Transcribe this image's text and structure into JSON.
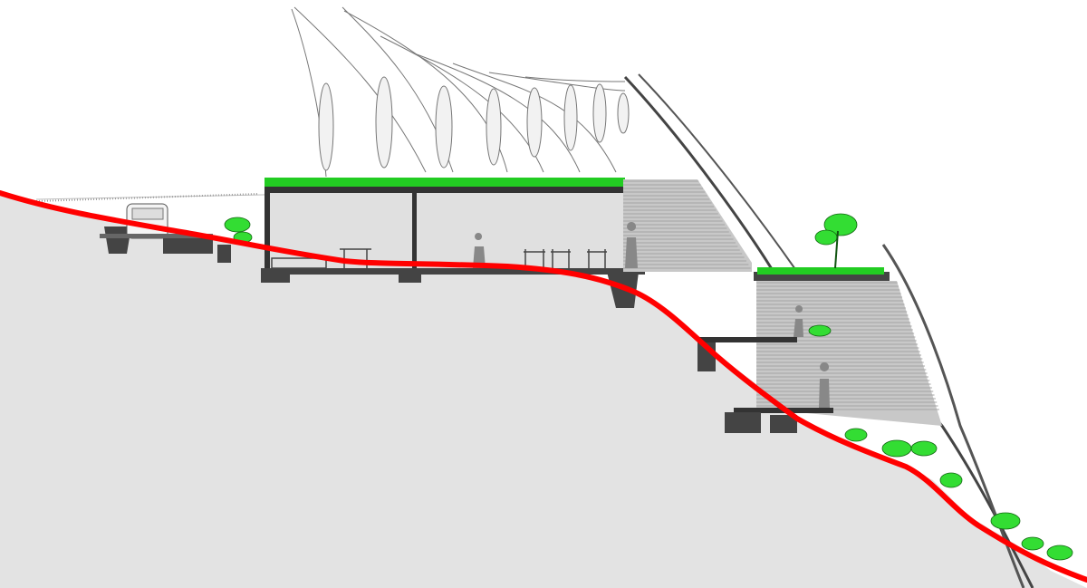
{
  "drawing": {
    "type": "architectural-section",
    "labels": [],
    "colors": {
      "background": "#ffffff",
      "ground": "#e3e3e3",
      "interior": "#e0e0e0",
      "terrain_line": "#ff0000",
      "green_roof": "#22cc22",
      "structure": "#333333",
      "cladding": "#c8c8c8",
      "foliage": "#33dd33",
      "foundation": "#444444"
    },
    "elements": [
      "ground-mass",
      "access-road-with-van",
      "upper-pavilion-interior",
      "upper-green-roof",
      "sail-roof-canopy",
      "curved-steel-rib",
      "slatted-cladding-wall",
      "lower-terrace-green-roof",
      "lower-decks",
      "human-figures",
      "tropical-plants",
      "terrain-profile-line"
    ]
  }
}
